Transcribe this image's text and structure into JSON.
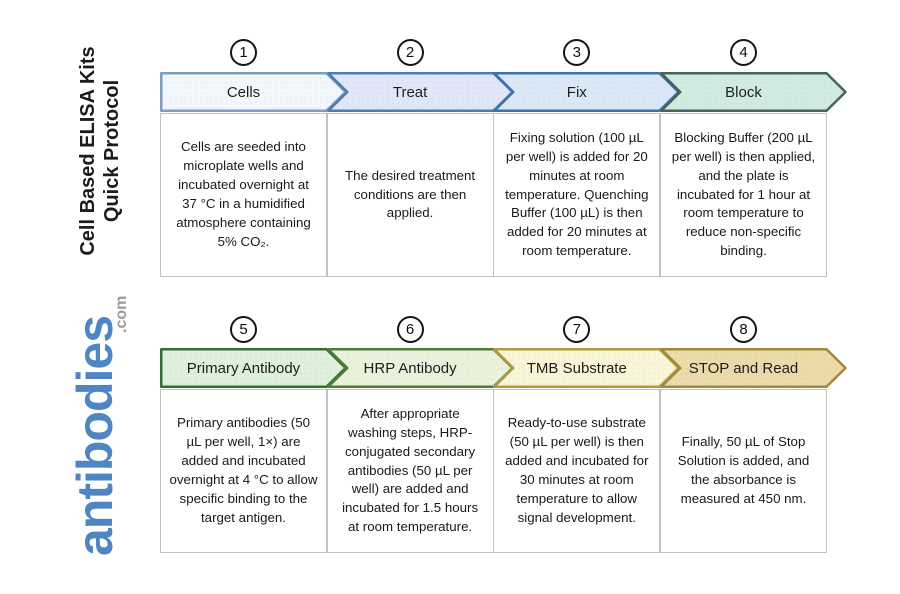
{
  "branding": {
    "title_line1": "Cell Based ELISA Kits",
    "title_line2": "Quick Protocol",
    "logo_text": "antibodies",
    "logo_suffix": ".com",
    "logo_color": "#4e86c3",
    "logo_suffix_color": "#9b9b9b"
  },
  "steps": [
    {
      "number": "1",
      "title": "Cells",
      "description": "Cells are seeded into microplate wells and incubated overnight at 37 °C in a humidified atmosphere containing 5% CO₂.",
      "fill": "#f2f7fb",
      "stroke": "#7e9dc0"
    },
    {
      "number": "2",
      "title": "Treat",
      "description": "The desired treatment conditions are then applied.",
      "fill": "#dfe7f8",
      "stroke": "#4d7cb3"
    },
    {
      "number": "3",
      "title": "Fix",
      "description": "Fixing solution (100 µL per well) is added for 20 minutes at room temperature. Quenching Buffer (100 µL) is then added for 20 minutes at room temperature.",
      "fill": "#d9e7f7",
      "stroke": "#3b72ad"
    },
    {
      "number": "4",
      "title": "Block",
      "description": "Blocking Buffer (200 µL per well) is then applied, and the plate is incubated for 1 hour at room temperature to reduce non-specific binding.",
      "fill": "#d2ebe0",
      "stroke": "#49625c"
    },
    {
      "number": "5",
      "title": "Primary Antibody",
      "description": "Primary antibodies (50 µL per well, 1×) are added and incubated overnight at 4 °C to allow specific binding to the target antigen.",
      "fill": "#dff0dc",
      "stroke": "#356e33"
    },
    {
      "number": "6",
      "title": "HRP Antibody",
      "description": "After appropriate washing steps, HRP-conjugated secondary antibodies (50 µL per well) are added and incubated for 1.5 hours at room temperature.",
      "fill": "#e9f3dc",
      "stroke": "#4f7d38"
    },
    {
      "number": "7",
      "title": "TMB Substrate",
      "description": "Ready-to-use substrate (50 µL per well) is then added and incubated for 30 minutes at room temperature to allow signal development.",
      "fill": "#f9f5d8",
      "stroke": "#b59a44"
    },
    {
      "number": "8",
      "title": "STOP and Read",
      "description": "Finally, 50 µL of Stop Solution is added, and the absorbance is measured at 450 nm.",
      "fill": "#ebdbab",
      "stroke": "#a5883c"
    }
  ]
}
